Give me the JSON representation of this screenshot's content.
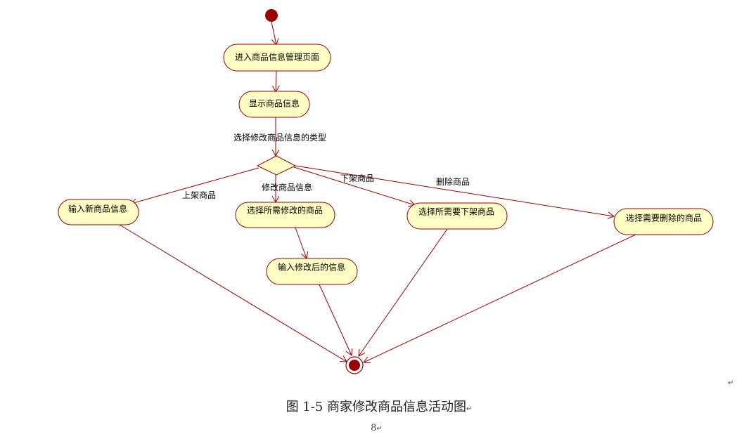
{
  "diagram": {
    "nodes": {
      "enter_page": "进入商品信息管理页面",
      "show_info": "显示商品信息",
      "input_new": "输入新商品信息",
      "select_modify": "选择所需修改的商品",
      "input_modified": "输入修改后的信息",
      "select_delist": "选择所需要下架商品",
      "select_delete": "选择需要删除的商品"
    },
    "edge_labels": {
      "choose_type": "选择修改商品信息的类型",
      "list_product": "上架商品",
      "modify_product": "修改商品信息",
      "delist_product": "下架商品",
      "delete_product": "删除商品"
    },
    "colors": {
      "node_fill": "#FFFFC6",
      "node_stroke": "#990000",
      "arrow": "#990000",
      "start_fill": "#990000"
    }
  },
  "caption": "图 1-5 商家修改商品信息活动图",
  "paragraph_mark": "↵",
  "page_number": "8"
}
